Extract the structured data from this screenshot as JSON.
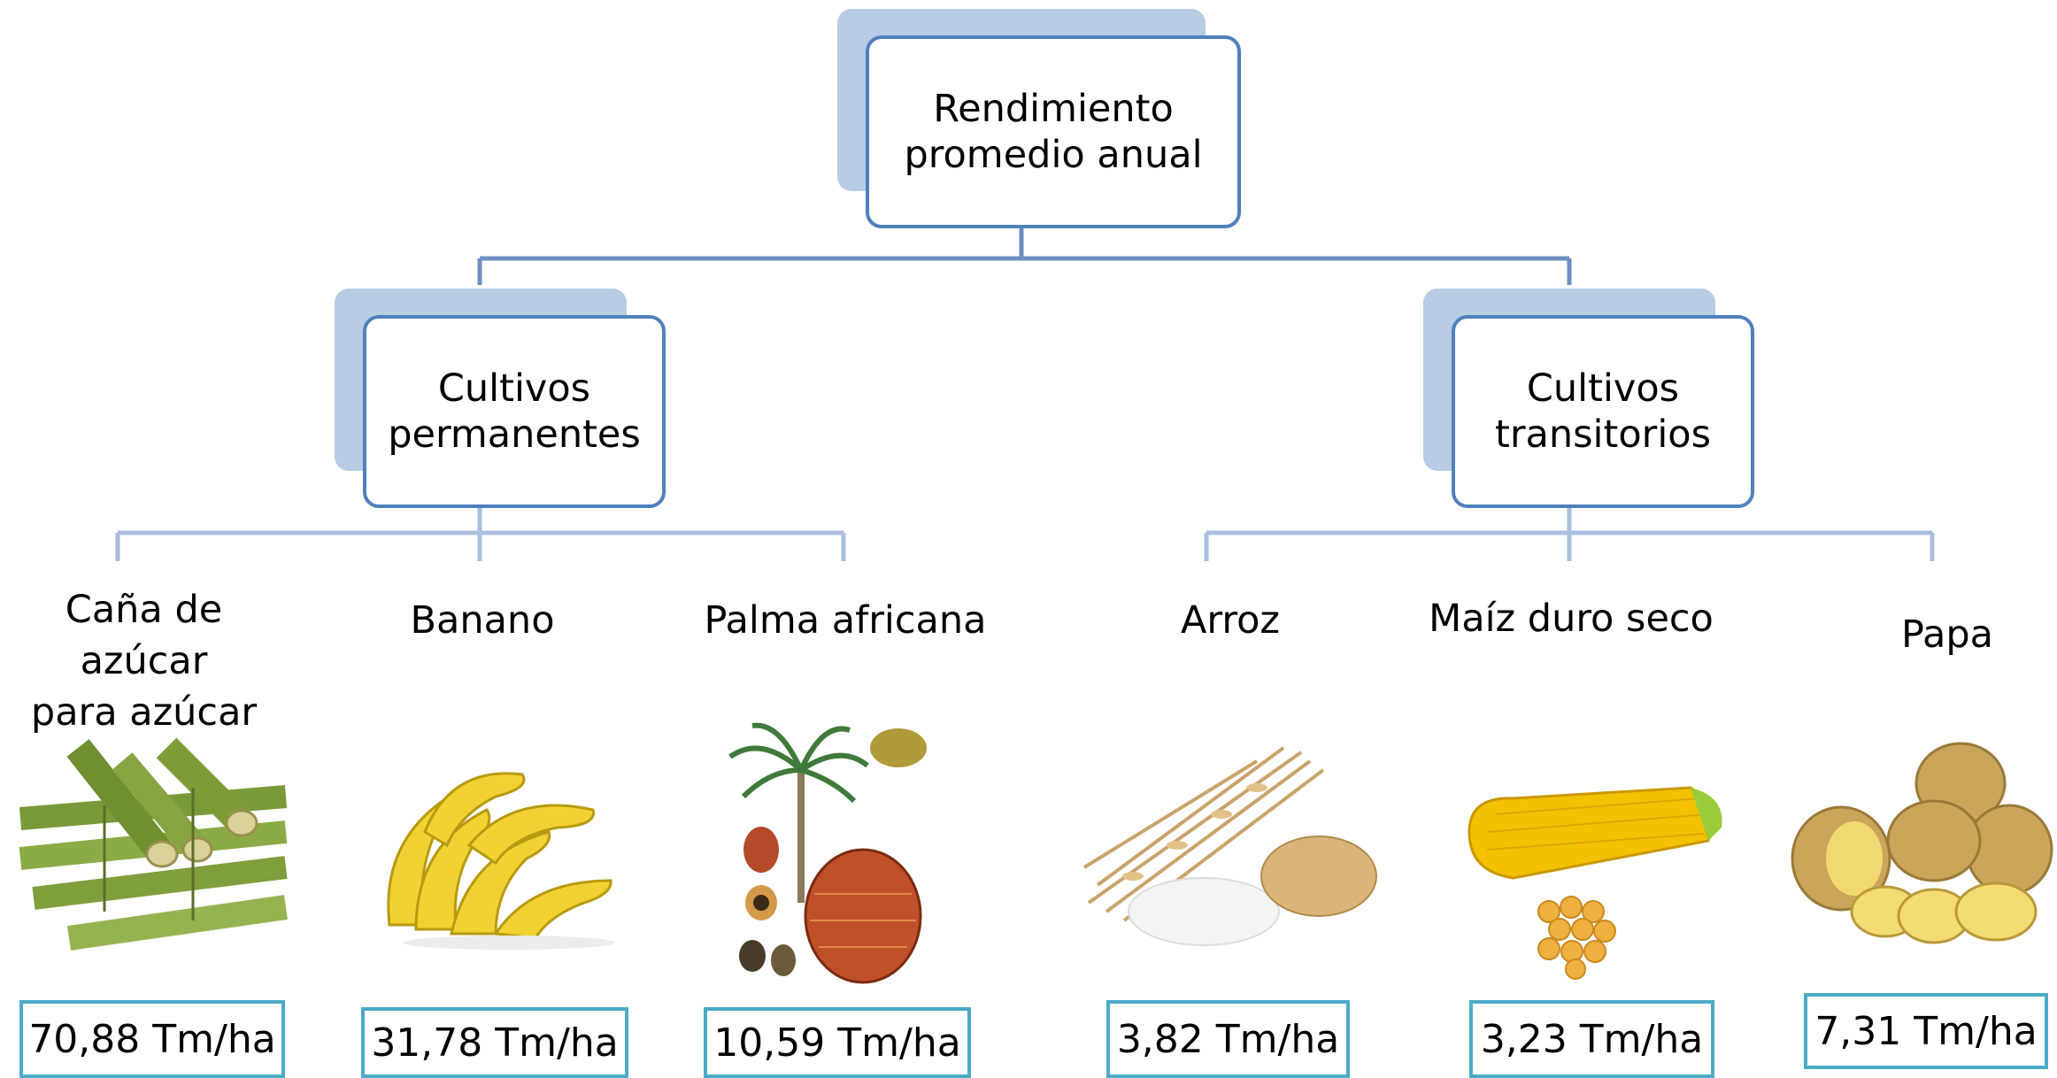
{
  "root": {
    "label": "Rendimiento\npromedio anual"
  },
  "groups": [
    {
      "label": "Cultivos\npermanentes"
    },
    {
      "label": "Cultivos\ntransitorios"
    }
  ],
  "crops": [
    {
      "name": "Caña de azúcar\npara azúcar",
      "value": "70,88 Tm/ha",
      "icon": "sugarcane-image"
    },
    {
      "name": "Banano",
      "value": "31,78 Tm/ha",
      "icon": "banana-image"
    },
    {
      "name": "Palma africana",
      "value": "10,59 Tm/ha",
      "icon": "oil-palm-image"
    },
    {
      "name": "Arroz",
      "value": "3,82 Tm/ha",
      "icon": "rice-image"
    },
    {
      "name": "Maíz duro seco",
      "value": "3,23 Tm/ha",
      "icon": "corn-image"
    },
    {
      "name": "Papa",
      "value": "7,31 Tm/ha",
      "icon": "potato-image"
    }
  ],
  "colors": {
    "connector": "#4f81bd",
    "connector_light": "#95b3d7",
    "node_shadow": "#b8cce4",
    "value_border": "#4bacc6"
  }
}
